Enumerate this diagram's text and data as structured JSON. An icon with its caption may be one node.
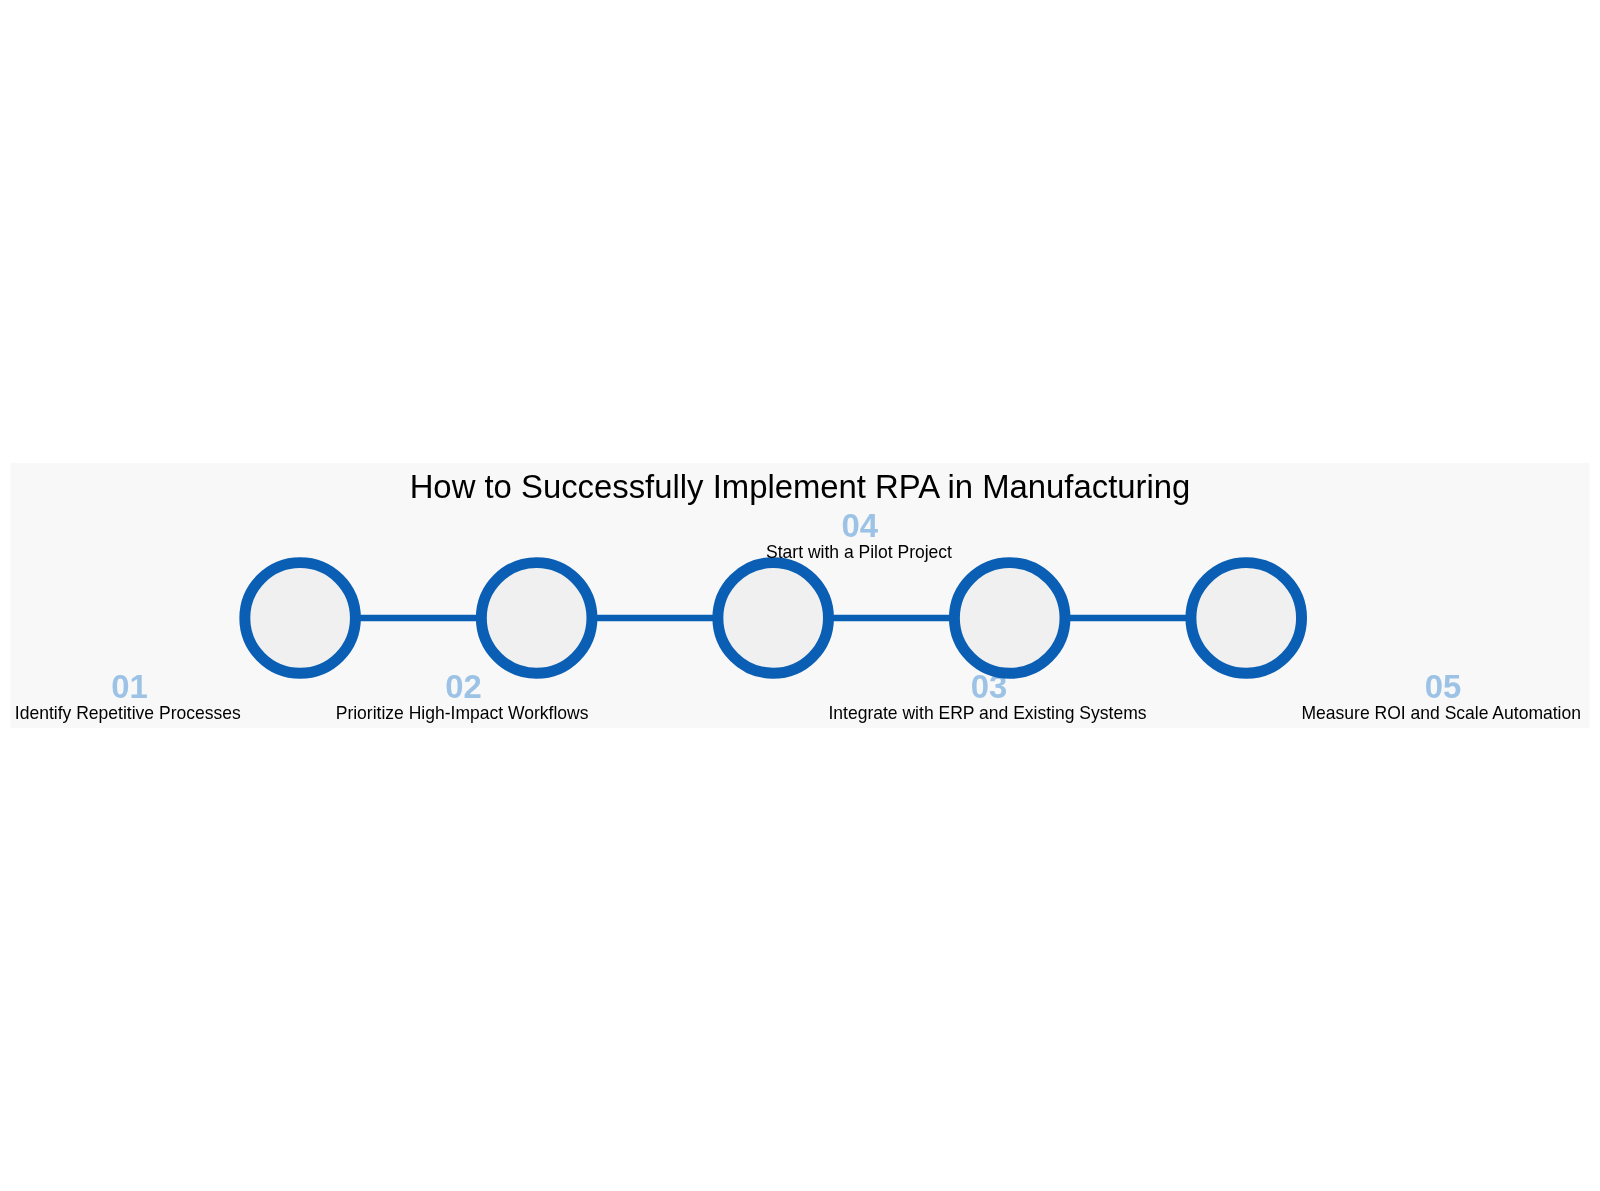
{
  "diagram": {
    "title": "How to Successfully Implement RPA in Manufacturing",
    "nodes": [
      {
        "text": [],
        "shape": "circle",
        "beside": [
          "01",
          "Identify Repetitive Processes"
        ]
      },
      {
        "text": [],
        "shape": "circle",
        "beside": [
          "02",
          "Prioritize High-Impact Workflows"
        ]
      },
      {
        "text": [],
        "shape": "circle",
        "beside": [
          "03",
          "Integrate with ERP and Existing Systems"
        ]
      },
      {
        "text": [],
        "shape": "circle",
        "beside": [
          "04",
          "Start with a Pilot Project"
        ]
      },
      {
        "text": [],
        "shape": "circle",
        "beside": [
          "05",
          "Measure ROI and Scale Automation"
        ]
      }
    ],
    "edges": [
      {
        "from": 0,
        "to": 1,
        "arrow": "none"
      },
      {
        "from": 1,
        "to": 2,
        "arrow": "none"
      },
      {
        "from": 2,
        "to": 3,
        "arrow": "none"
      },
      {
        "from": 3,
        "to": 4,
        "arrow": "none"
      }
    ]
  }
}
